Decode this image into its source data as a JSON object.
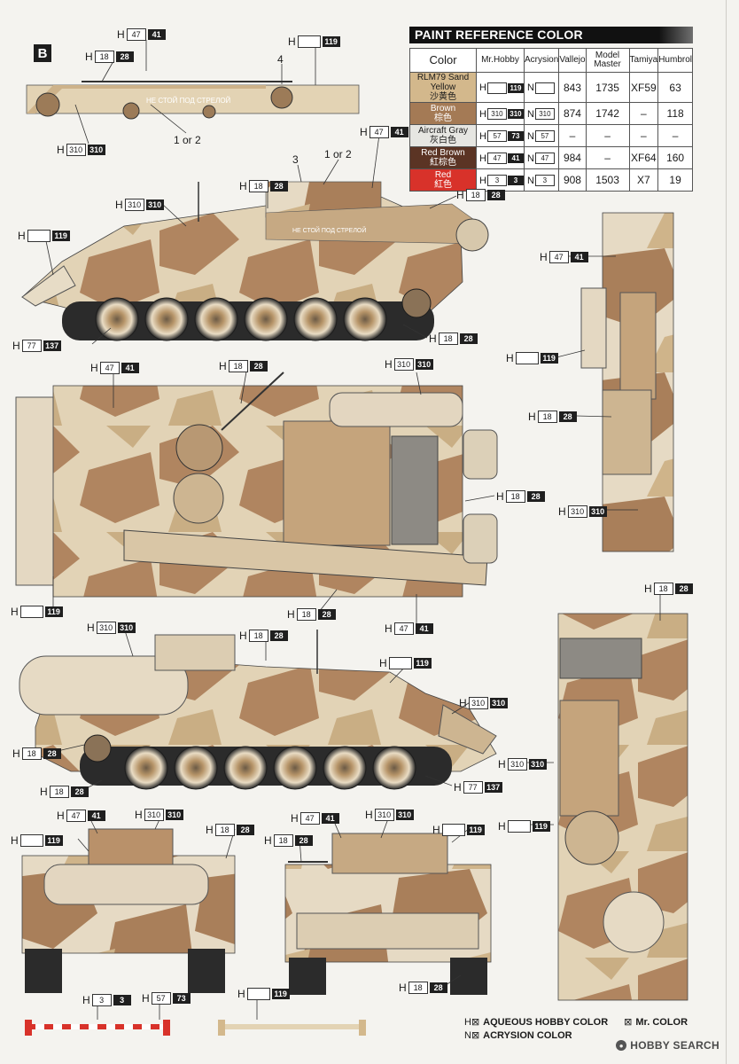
{
  "section_label": "B",
  "reference_table": {
    "title": "PAINT  REFERENCE COLOR",
    "headers": [
      "Color",
      "Mr.Hobby",
      "Acrysion",
      "Vallejo",
      "Model Master",
      "Tamiya",
      "Humbrol"
    ],
    "rows": [
      {
        "name": "RLM79 Sand Yellow",
        "name_cn": "沙黄色",
        "swatch": "#d3b88c",
        "text_color": "#1a1a1a",
        "hobby_box": "",
        "hobby_dark": "119",
        "acrysion_box": "",
        "vallejo": "843",
        "model_master": "1735",
        "tamiya": "XF59",
        "humbrol": "63"
      },
      {
        "name": "Brown",
        "name_cn": "棕色",
        "swatch": "#a47a55",
        "text_color": "#ffffff",
        "hobby_box": "310",
        "hobby_dark": "310",
        "acrysion_box": "310",
        "vallejo": "874",
        "model_master": "1742",
        "tamiya": "–",
        "humbrol": "118"
      },
      {
        "name": "Aircraft Gray",
        "name_cn": "灰白色",
        "swatch": "#e6e6e2",
        "text_color": "#1a1a1a",
        "hobby_box": "57",
        "hobby_dark": "73",
        "acrysion_box": "57",
        "vallejo": "–",
        "model_master": "–",
        "tamiya": "–",
        "humbrol": "–"
      },
      {
        "name": "Red Brown",
        "name_cn": "紅棕色",
        "swatch": "#5b3424",
        "text_color": "#ffffff",
        "hobby_box": "47",
        "hobby_dark": "41",
        "acrysion_box": "47",
        "vallejo": "984",
        "model_master": "–",
        "tamiya": "XF64",
        "humbrol": "160"
      },
      {
        "name": "Red",
        "name_cn": "紅色",
        "swatch": "#d8322a",
        "text_color": "#ffffff",
        "hobby_box": "3",
        "hobby_dark": "3",
        "acrysion_box": "3",
        "vallejo": "908",
        "model_master": "1503",
        "tamiya": "X7",
        "humbrol": "19"
      }
    ]
  },
  "callouts": {
    "c4": "4",
    "c1or2_a": "1 or 2",
    "c3": "3",
    "c1or2_b": "1 or 2"
  },
  "hull_text": "НЕ СТОЙ ПОД СТРЕЛОЙ",
  "labels": {
    "h47_41": {
      "pre": "H",
      "box": "47",
      "dark": "41"
    },
    "h119": {
      "pre": "H",
      "box": "",
      "dark": "119"
    },
    "h18_28": {
      "pre": "H",
      "box": "18",
      "dark": "28"
    },
    "h310": {
      "pre": "H",
      "box": "310",
      "dark": "310"
    },
    "h77_137": {
      "pre": "H",
      "box": "77",
      "dark": "137"
    },
    "h3_3": {
      "pre": "H",
      "box": "3",
      "dark": "3"
    },
    "h57_73": {
      "pre": "H",
      "box": "57",
      "dark": "73"
    }
  },
  "legend": {
    "h_symbol": "H⊠",
    "h_text": "AQUEOUS HOBBY COLOR",
    "mr_symbol": "⊠",
    "mr_text": "Mr. COLOR",
    "n_symbol": "N⊠",
    "n_text": "ACRYSION COLOR"
  },
  "watermark": "HOBBY SEARCH",
  "colors": {
    "sand": "#d3b88c",
    "brown": "#a47a55",
    "light": "#e4d8c2",
    "dark": "#1f1f1f"
  }
}
